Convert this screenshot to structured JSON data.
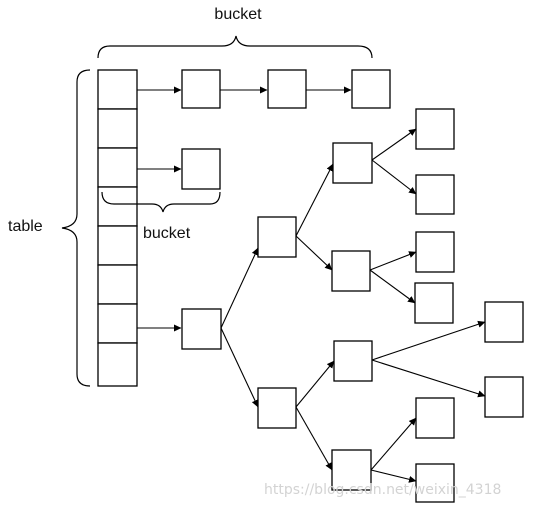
{
  "labels": {
    "bucket_top": "bucket",
    "bucket_mid": "bucket",
    "table": "table"
  },
  "watermark": "https://blog.csdn.net/weixin_4318",
  "colors": {
    "stroke": "#000000",
    "text": "#111111",
    "watermark": "#d3d3d3",
    "background": "#ffffff"
  }
}
